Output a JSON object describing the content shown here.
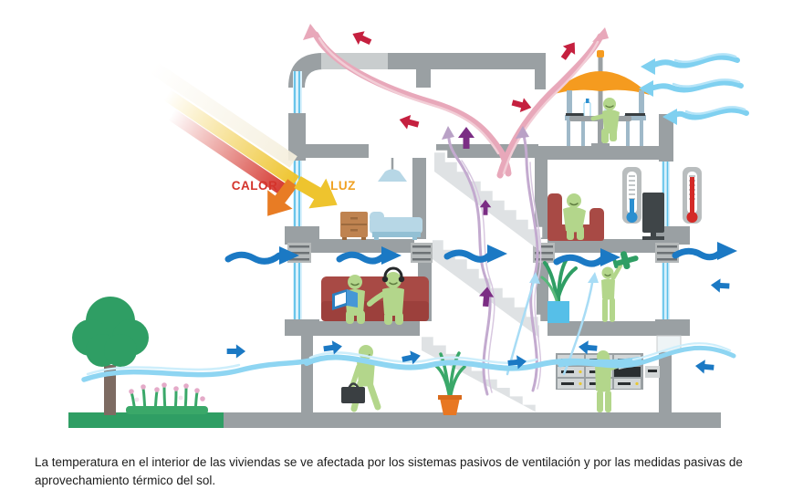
{
  "illustration": {
    "name": "passive-house-ventilation-diagram",
    "labels": {
      "heat_ray": "CALOR",
      "light_ray": "LUZ"
    },
    "caption": "La temperatura en el interior de las viviendas se ve afectada por los sistemas pasivos de ventilación y por las medidas pasivas de aprovechamiento térmico del sol.",
    "colors": {
      "wall_gray": "#9aa0a3",
      "roof_vent_gray": "#c9cdce",
      "glass_blue": "#5bc0e8",
      "wind_blue": "#1b79c4",
      "breeze_light_blue": "#7fd0f0",
      "warm_air_pink": "#e8a8ba",
      "stale_air_lavender": "#c3aacf",
      "hot_air_purple": "#7b2d84",
      "heat_loss_crimson": "#c5203f",
      "sun_heat_red": "#d4342c",
      "sun_light_yellow": "#eec42e",
      "deflected_heat_orange": "#e87c24",
      "calor_label_color": "#d4332b",
      "luz_label_color": "#f0a122",
      "person_green": "#b3d68b",
      "sofa_red": "#a84a45",
      "tree_green": "#2f9e64",
      "umbrella_orange": "#f59b1f",
      "thermometer_cold": "#2b8fd0",
      "thermometer_hot": "#d42a27"
    }
  }
}
